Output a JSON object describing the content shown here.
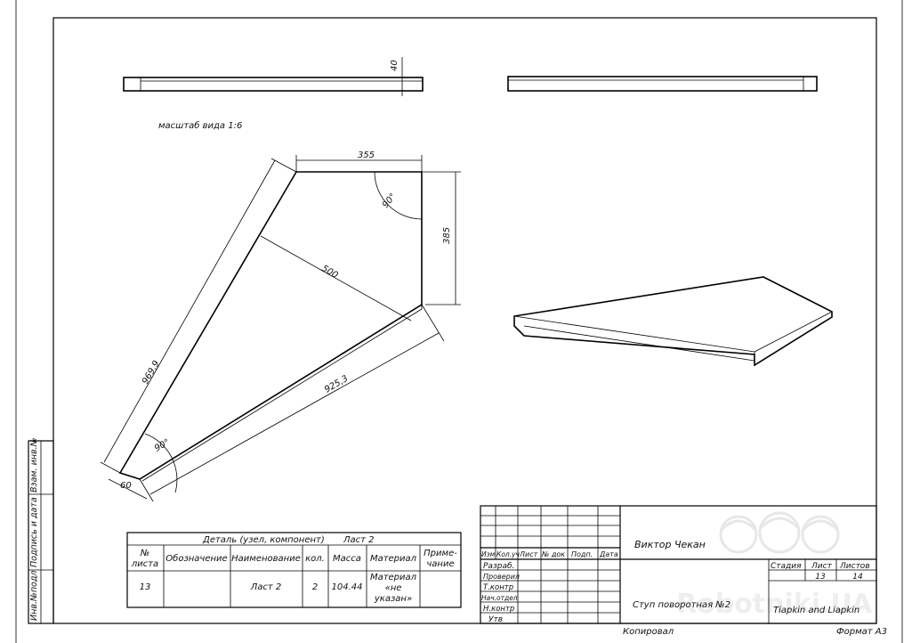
{
  "views": {
    "scale_note": "масштаб вида 1:6",
    "dim_thickness": "40",
    "dim_top": "355",
    "dim_side": "385",
    "dim_diag": "500",
    "dim_left": "969,9",
    "dim_bottom": "925,3",
    "dim_small": "60",
    "angle_top": "90°",
    "angle_bottom": "90°"
  },
  "spec_table": {
    "title_left": "Деталь (узел, компонент)",
    "title_right": "Ласт 2",
    "headers": {
      "num_line1": "№",
      "num_line2": "листа",
      "designation": "Обозначение",
      "name": "Наименование",
      "qty": "кол.",
      "mass": "Масса",
      "material": "Материал",
      "note_line1": "Приме-",
      "note_line2": "чание"
    },
    "row": {
      "num": "13",
      "designation": "",
      "name": "Ласт 2",
      "qty": "2",
      "mass": "104.44",
      "material_line1": "Материал",
      "material_line2": "«не",
      "material_line3": "указан»",
      "note": ""
    }
  },
  "title_block": {
    "author": "Виктор Чекан",
    "change_headers": [
      "Изм",
      "Кол.уч",
      "Лист",
      "№ док",
      "Подп.",
      "Дата"
    ],
    "roles": [
      "Разраб.",
      "Проверил",
      "Т.контр",
      "Нач.отдел",
      "Н.контр",
      "Утв"
    ],
    "document_name": "Ступ поворотная №2",
    "stage_label": "Стадия",
    "sheet_label": "Лист",
    "sheets_label": "Листов",
    "sheet_value": "13",
    "sheets_value": "14",
    "organization": "Tiapkin and Liapkin",
    "copied": "Копировал",
    "format": "Формат А3"
  },
  "side_stamp": {
    "inv_orig": "Инв.№подл",
    "sign_date": "Подпись и дата",
    "replace_inv": "Взам. инв.№"
  },
  "watermark": {
    "text": "Robotniki.UA"
  }
}
